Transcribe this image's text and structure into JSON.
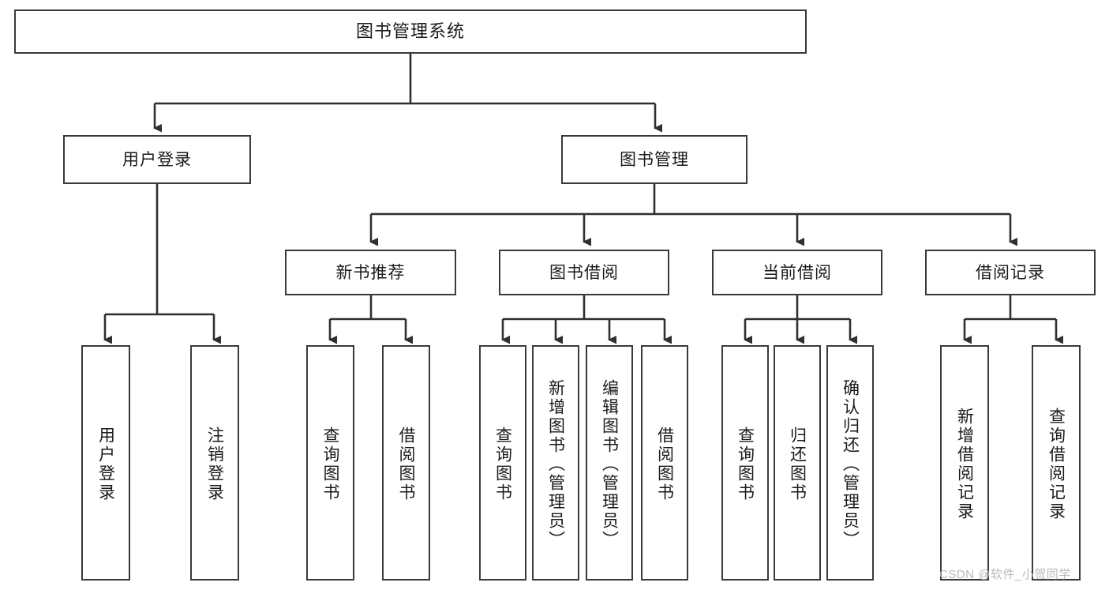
{
  "diagram": {
    "type": "tree-hierarchy",
    "title": "图书管理系统",
    "root": {
      "label": "图书管理系统"
    },
    "level2": [
      {
        "id": "user-login",
        "label": "用户登录"
      },
      {
        "id": "book-manage",
        "label": "图书管理"
      }
    ],
    "level3": [
      {
        "id": "new-book-recommend",
        "label": "新书推荐",
        "parent": "book-manage"
      },
      {
        "id": "book-borrow",
        "label": "图书借阅",
        "parent": "book-manage"
      },
      {
        "id": "current-borrow",
        "label": "当前借阅",
        "parent": "book-manage"
      },
      {
        "id": "borrow-record",
        "label": "借阅记录",
        "parent": "book-manage"
      }
    ],
    "leaves": {
      "user_login": [
        {
          "id": "leaf-user-login",
          "label": "用户登录"
        },
        {
          "id": "leaf-user-logout",
          "label": "注销登录"
        }
      ],
      "new_book_recommend": [
        {
          "id": "leaf-query-book-1",
          "label": "查询图书"
        },
        {
          "id": "leaf-borrow-book-1",
          "label": "借阅图书"
        }
      ],
      "book_borrow": [
        {
          "id": "leaf-query-book-2",
          "label": "查询图书"
        },
        {
          "id": "leaf-add-book",
          "label": "新增图书（管理员）"
        },
        {
          "id": "leaf-edit-book",
          "label": "编辑图书（管理员）"
        },
        {
          "id": "leaf-borrow-book-2",
          "label": "借阅图书"
        }
      ],
      "current_borrow": [
        {
          "id": "leaf-query-book-3",
          "label": "查询图书"
        },
        {
          "id": "leaf-return-book",
          "label": "归还图书"
        },
        {
          "id": "leaf-confirm-return",
          "label": "确认归还（管理员）"
        }
      ],
      "borrow_record": [
        {
          "id": "leaf-add-record",
          "label": "新增借阅记录"
        },
        {
          "id": "leaf-query-record",
          "label": "查询借阅记录"
        }
      ]
    },
    "colors": {
      "border": "#3a3a3a",
      "text": "#1a1a1a",
      "background": "#ffffff",
      "watermark": "#b9b9b9"
    }
  },
  "watermark": {
    "text": "CSDN @软件_小贺同学"
  }
}
